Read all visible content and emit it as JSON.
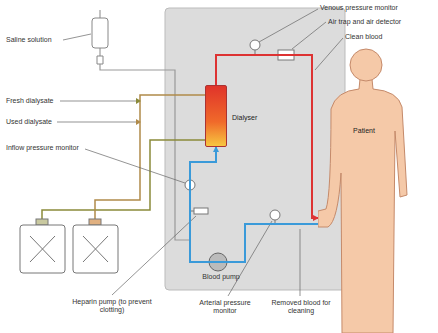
{
  "diagram": {
    "nodes": [
      {
        "text": [
          "Dialyser"
        ]
      },
      {
        "text": [
          "Patient"
        ]
      }
    ],
    "edges": [
      {
        "from": 0,
        "to": 1,
        "arrow": "to"
      },
      {
        "from": 1,
        "to": 0,
        "arrow": "to"
      }
    ],
    "labels": [
      "Venous pressure monitor",
      "Air trap and air detector",
      "Clean blood",
      "Saline solution",
      "Fresh dialysate",
      "Used dialysate",
      "Inflow pressure monitor",
      "Blood pump",
      "Heparin pump (to prevent clotting)",
      "Arterial pressure monitor",
      "Removed blood for cleaning"
    ]
  }
}
